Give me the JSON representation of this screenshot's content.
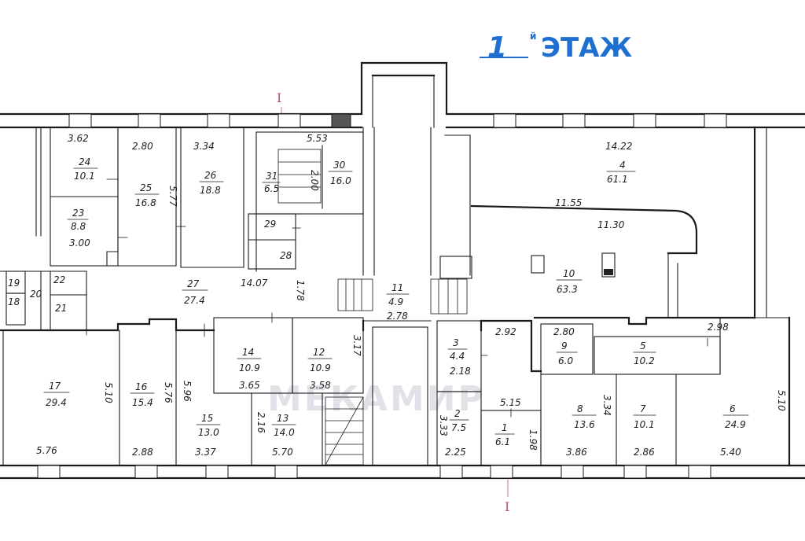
{
  "title": {
    "number": "1",
    "suffix": "й",
    "word": "ЭТАЖ"
  },
  "section_marks": [
    "I",
    "I"
  ],
  "watermark": "МЕКАМИР",
  "rooms": [
    {
      "id": "rm-1",
      "label": "1",
      "area": "6.1"
    },
    {
      "id": "rm-2",
      "label": "2",
      "area": "7.5"
    },
    {
      "id": "rm-3",
      "label": "3",
      "area": "4.4"
    },
    {
      "id": "rm-4",
      "label": "4",
      "area": "61.1"
    },
    {
      "id": "rm-5",
      "label": "5",
      "area": "10.2"
    },
    {
      "id": "rm-6",
      "label": "6",
      "area": "24.9"
    },
    {
      "id": "rm-7",
      "label": "7",
      "area": "10.1"
    },
    {
      "id": "rm-8",
      "label": "8",
      "area": "13.6"
    },
    {
      "id": "rm-9",
      "label": "9",
      "area": "6.0"
    },
    {
      "id": "rm-10",
      "label": "10",
      "area": "63.3"
    },
    {
      "id": "rm-11",
      "label": "11",
      "area": "4.9"
    },
    {
      "id": "rm-12",
      "label": "12",
      "area": "10.9"
    },
    {
      "id": "rm-13",
      "label": "13",
      "area": "14.0"
    },
    {
      "id": "rm-14",
      "label": "14",
      "area": "10.9"
    },
    {
      "id": "rm-15",
      "label": "15",
      "area": "13.0"
    },
    {
      "id": "rm-16",
      "label": "16",
      "area": "15.4"
    },
    {
      "id": "rm-17",
      "label": "17",
      "area": "29.4"
    },
    {
      "id": "rm-18",
      "label": "18",
      "area": ""
    },
    {
      "id": "rm-19",
      "label": "19",
      "area": ""
    },
    {
      "id": "rm-20",
      "label": "20",
      "area": ""
    },
    {
      "id": "rm-21",
      "label": "21",
      "area": ""
    },
    {
      "id": "rm-22",
      "label": "22",
      "area": ""
    },
    {
      "id": "rm-23",
      "label": "23",
      "area": "8.8"
    },
    {
      "id": "rm-24",
      "label": "24",
      "area": "10.1"
    },
    {
      "id": "rm-25",
      "label": "25",
      "area": "16.8"
    },
    {
      "id": "rm-26",
      "label": "26",
      "area": "18.8"
    },
    {
      "id": "rm-27",
      "label": "27",
      "area": "27.4"
    },
    {
      "id": "rm-28",
      "label": "28",
      "area": ""
    },
    {
      "id": "rm-29",
      "label": "29",
      "area": ""
    },
    {
      "id": "rm-30",
      "label": "30",
      "area": "16.0"
    },
    {
      "id": "rm-31",
      "label": "31",
      "area": "6.5"
    }
  ],
  "dimensions": [
    "3.62",
    "2.80",
    "3.34",
    "5.53",
    "14.22",
    "11.55",
    "11.30",
    "5.77",
    "3.00",
    "2.00",
    "14.07",
    "1.78",
    "2.78",
    "3.17",
    "3.65",
    "3.58",
    "2.18",
    "2.92",
    "2.80",
    "2.98",
    "5.10",
    "5.76",
    "5.96",
    "5.76",
    "2.88",
    "3.37",
    "2.16",
    "5.70",
    "3.33",
    "2.25",
    "5.15",
    "1.98",
    "3.34",
    "3.86",
    "2.86",
    "5.40",
    "5.10"
  ]
}
